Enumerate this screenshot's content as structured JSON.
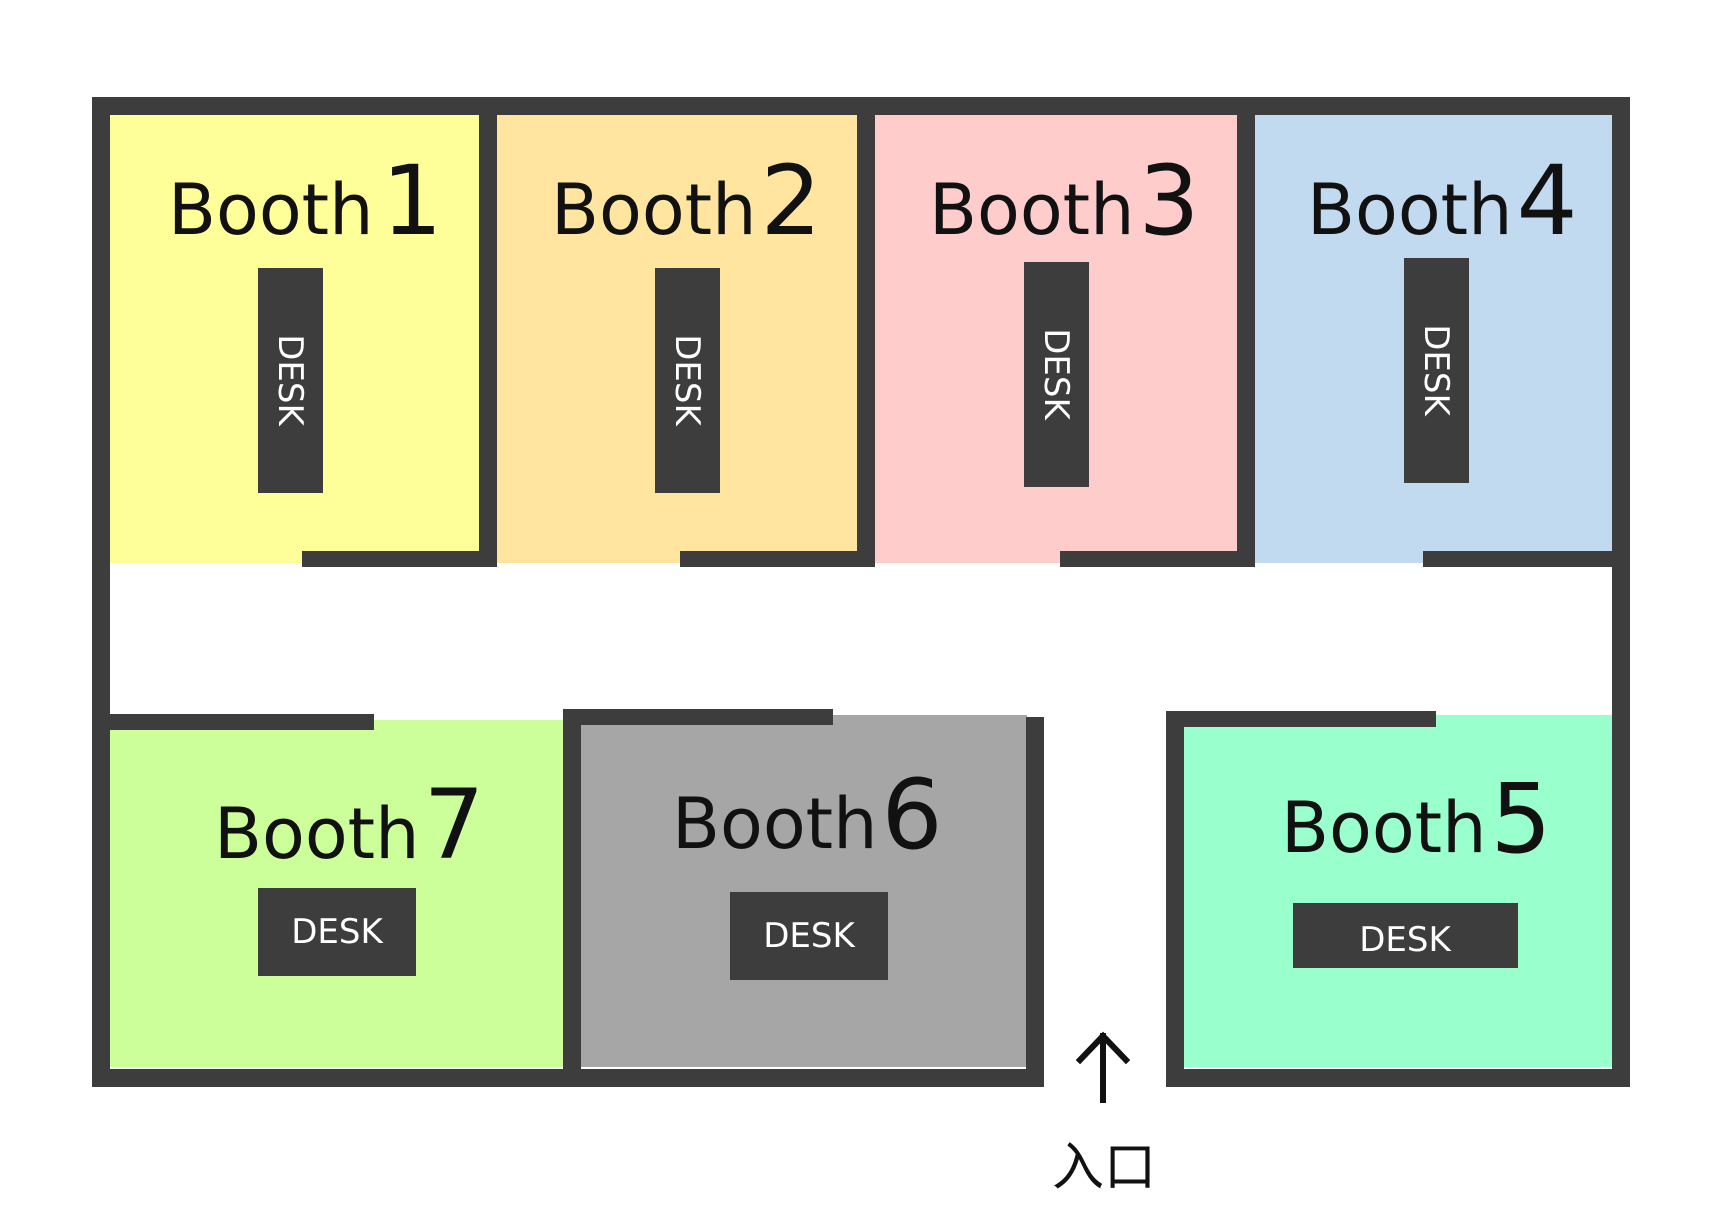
{
  "colors": {
    "wall": "#3d3d3d",
    "desk": "#3d3d3d",
    "corridor": "#ffffff",
    "booth1": "#ffff99",
    "booth2": "#ffe5a0",
    "booth3": "#ffcccc",
    "booth4": "#c2daf0",
    "booth5": "#99ffcc",
    "booth6": "#a6a6a6",
    "booth7": "#ccff99"
  },
  "booths": {
    "b1": {
      "word": "Booth",
      "number": "1",
      "desk": "DESK"
    },
    "b2": {
      "word": "Booth",
      "number": "2",
      "desk": "DESK"
    },
    "b3": {
      "word": "Booth",
      "number": "3",
      "desk": "DESK"
    },
    "b4": {
      "word": "Booth",
      "number": "4",
      "desk": "DESK"
    },
    "b5": {
      "word": "Booth",
      "number": "5",
      "desk": "DESK"
    },
    "b6": {
      "word": "Booth",
      "number": "6",
      "desk": "DESK"
    },
    "b7": {
      "word": "Booth",
      "number": "7",
      "desk": "DESK"
    }
  },
  "entrance": {
    "arrow_icon": "arrow-up-icon",
    "label": "入口"
  }
}
